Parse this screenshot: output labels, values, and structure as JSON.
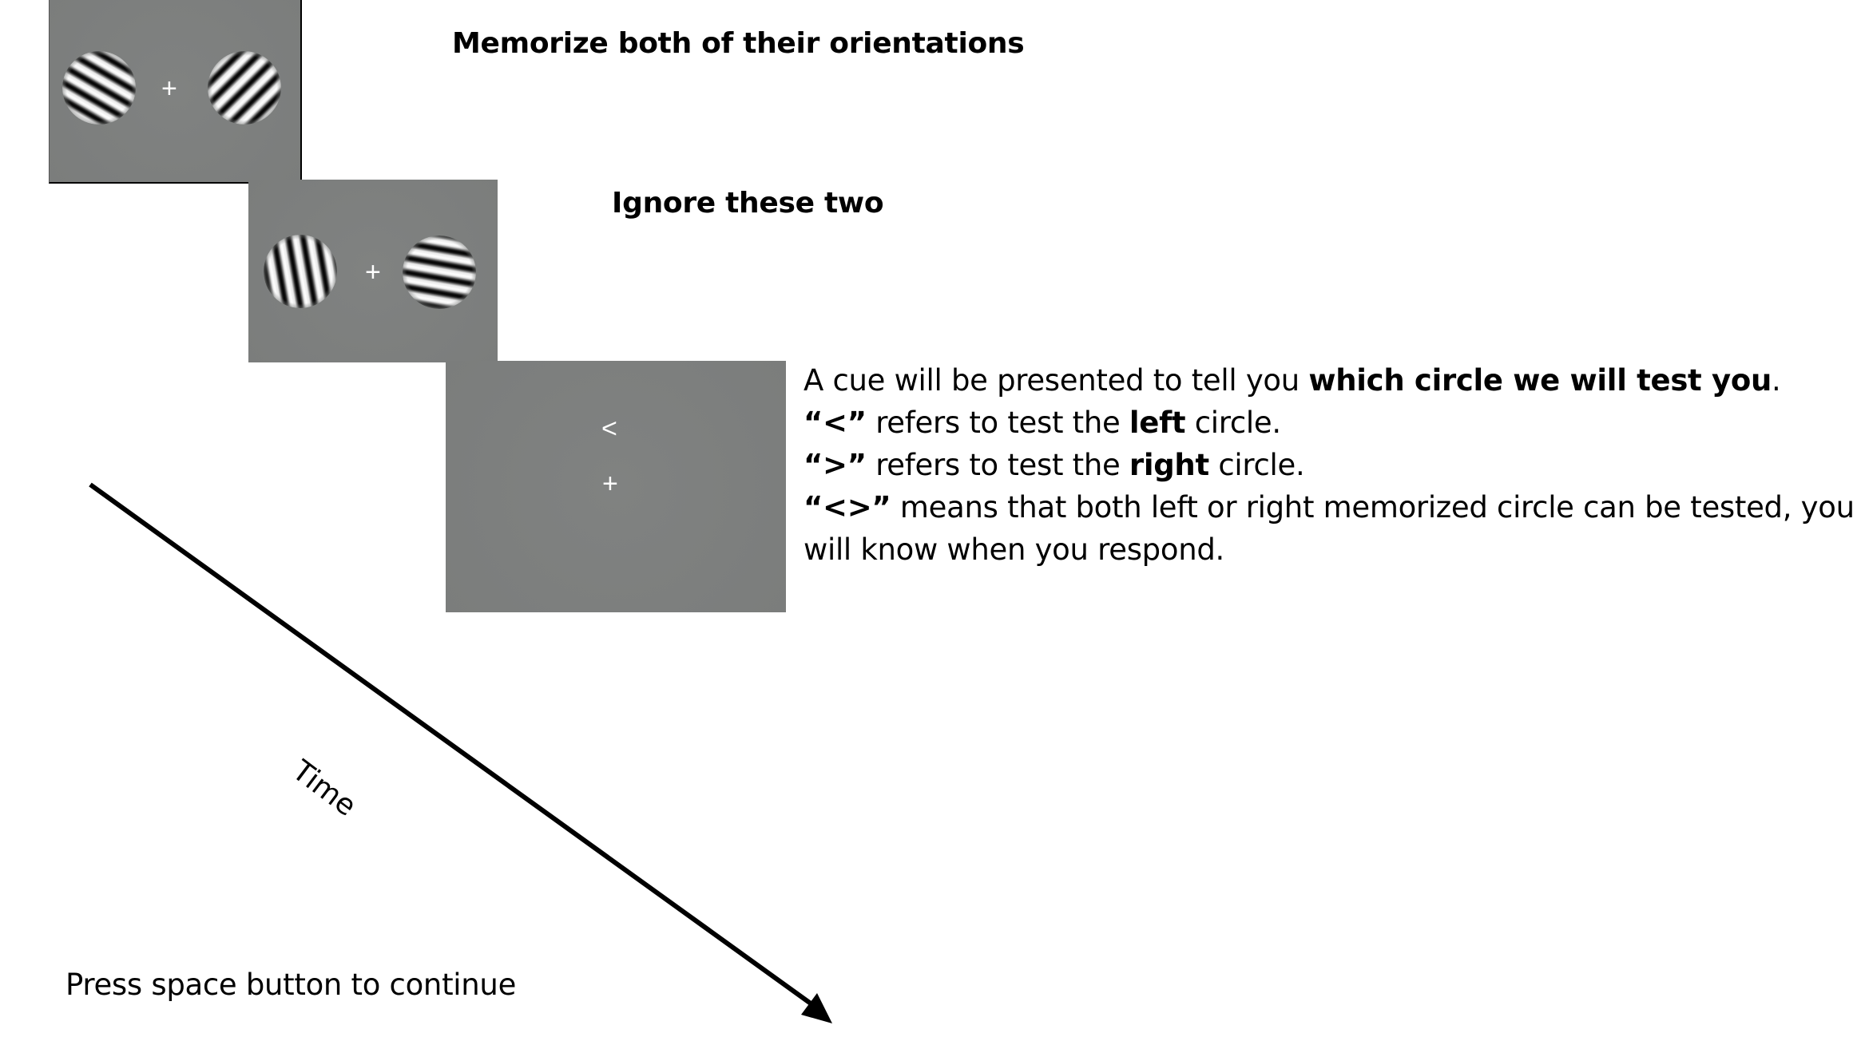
{
  "frames": {
    "memory": {
      "heading": "Memorize both of their orientations",
      "fixation": "+"
    },
    "distractor": {
      "heading": "Ignore these two",
      "fixation": "+"
    },
    "cue": {
      "cue_symbol": "<",
      "fixation": "+",
      "instructions": {
        "line1": {
          "pre": "A cue will be presented to tell you ",
          "bold": "which circle we will test you",
          "post": "."
        },
        "line2": {
          "bold": "“<”",
          "mid": " refers to test the ",
          "bold2": "left",
          "post": " circle."
        },
        "line3": {
          "bold": "“>”",
          "mid": " refers to test the ",
          "bold2": "right",
          "post": " circle."
        },
        "line4": {
          "bold": "“<>”",
          "post": " means that both left or right memorized circle can be tested, you"
        },
        "line5": {
          "text": "will know when you respond."
        }
      }
    }
  },
  "timeline": {
    "label": "Time",
    "arrow_color": "#000000"
  },
  "footer": {
    "continue_prompt": "Press space button to continue"
  },
  "colors": {
    "panel_gray": "#7d7f7e",
    "stimulus_text": "#ffffff",
    "background": "#ffffff"
  }
}
